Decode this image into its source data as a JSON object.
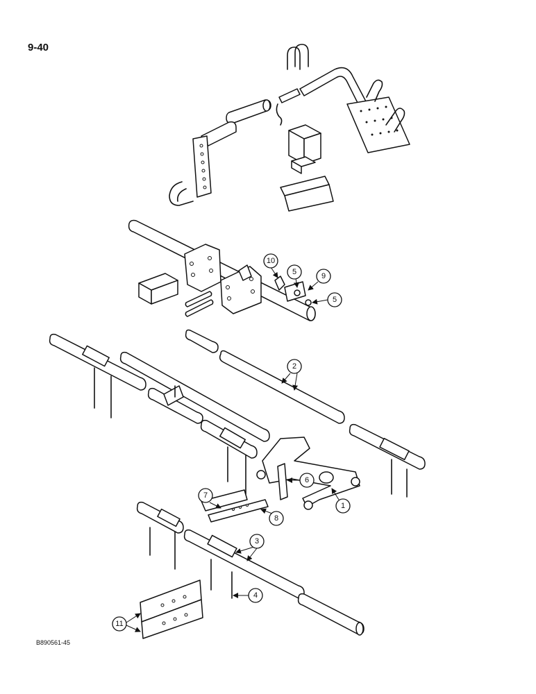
{
  "page": {
    "page_number": "9-40",
    "figure_code": "B890561-45"
  },
  "callouts": [
    {
      "label": "1"
    },
    {
      "label": "2"
    },
    {
      "label": "3"
    },
    {
      "label": "4"
    },
    {
      "label": "5"
    },
    {
      "label": "5"
    },
    {
      "label": "6"
    },
    {
      "label": "7"
    },
    {
      "label": "8"
    },
    {
      "label": "9"
    },
    {
      "label": "10"
    },
    {
      "label": "11"
    }
  ]
}
